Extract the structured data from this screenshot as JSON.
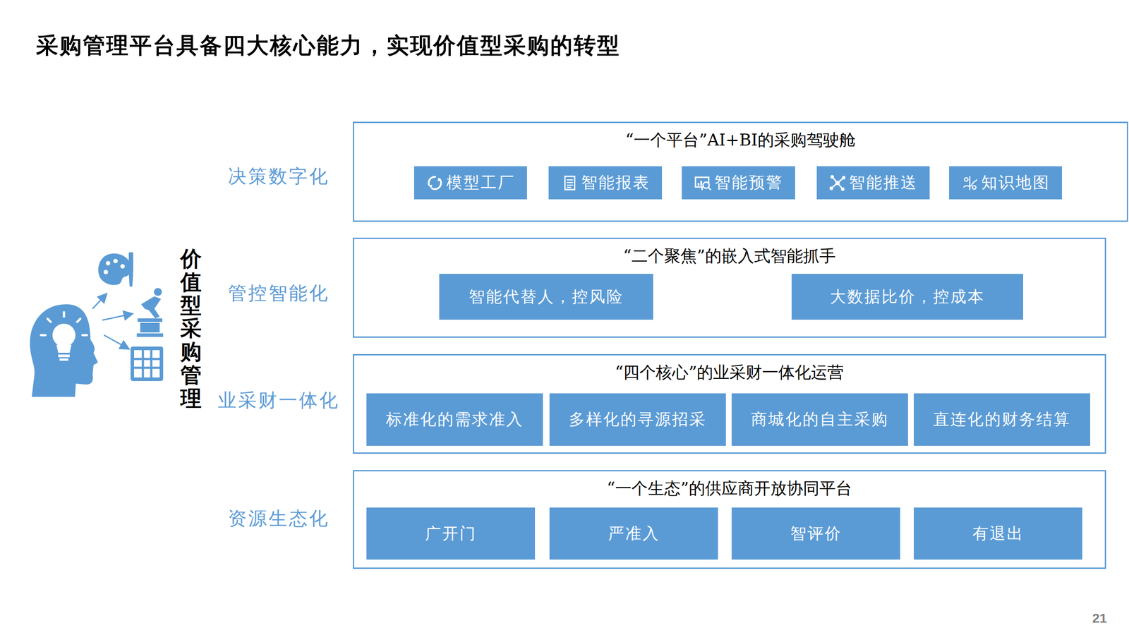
{
  "diagram": {
    "title": "采购管理平台具备四大核心能力，实现价值型采购的转型",
    "nodes": [
      {
        "text": [
          "“一个平台”AI+BI的采购驾驶舱"
        ]
      },
      {
        "text": [
          "模型工厂"
        ],
        "in": 0
      },
      {
        "text": [
          "智能报表"
        ],
        "in": 0
      },
      {
        "text": [
          "智能预警"
        ],
        "in": 0
      },
      {
        "text": [
          "智能推送"
        ],
        "in": 0
      },
      {
        "text": [
          "知识地图"
        ],
        "in": 0
      },
      {
        "text": [
          "“二个聚焦”的嵌入式智能抓手"
        ]
      },
      {
        "text": [
          "智能代替人，控风险"
        ],
        "in": 6
      },
      {
        "text": [
          "大数据比价，控成本"
        ],
        "in": 6
      },
      {
        "text": [
          "“四个核心”的业采财一体化运营"
        ]
      },
      {
        "text": [
          "标准化的需求准入"
        ],
        "in": 9
      },
      {
        "text": [
          "多样化的寻源招采"
        ],
        "in": 9
      },
      {
        "text": [
          "商城化的自主采购"
        ],
        "in": 9
      },
      {
        "text": [
          "直连化的财务结算"
        ],
        "in": 9
      },
      {
        "text": [
          "“一个生态”的供应商开放协同平台"
        ]
      },
      {
        "text": [
          "广开门"
        ],
        "in": 14
      },
      {
        "text": [
          "严准入"
        ],
        "in": 14
      },
      {
        "text": [
          "智评价"
        ],
        "in": 14
      },
      {
        "text": [
          "有退出"
        ],
        "in": 14
      }
    ],
    "labels": [
      "决策数字化",
      "管控智能化",
      "业采财一体化",
      "资源生态化",
      "价值型采购管理",
      "21"
    ]
  }
}
